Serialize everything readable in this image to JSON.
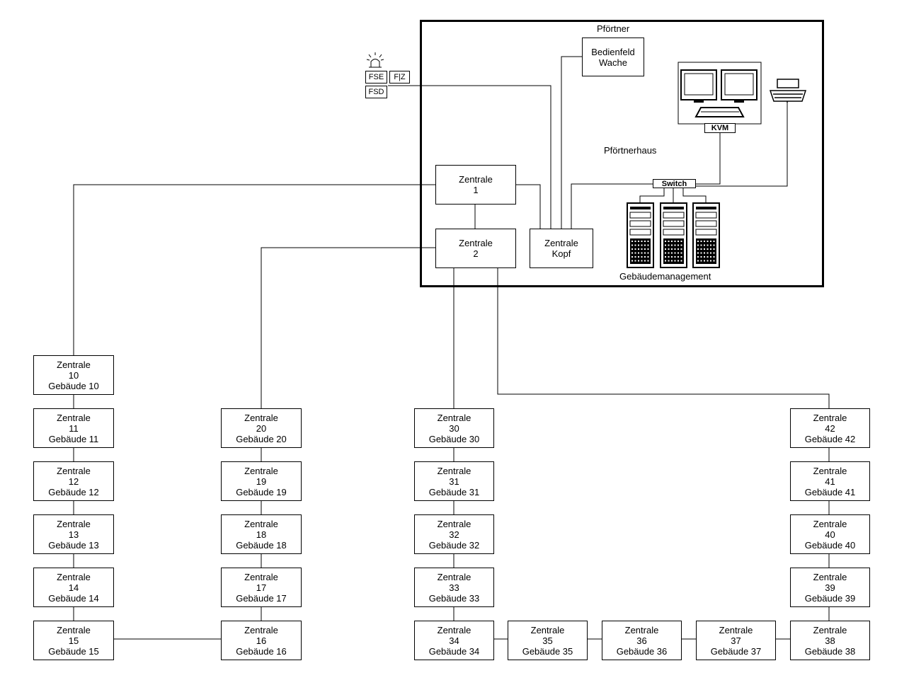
{
  "header": {
    "pfoertner": "Pförtner",
    "pfoertnerhaus": "Pförtnerhaus",
    "gebaeudemanagement": "Gebäudemanagement"
  },
  "devices": {
    "bedienfeld": [
      "Bedienfeld",
      "Wache"
    ],
    "kvm": "KVM",
    "switch": "Switch",
    "fse": "FSE",
    "fiz": "F|Z",
    "fsd": "FSD"
  },
  "central": {
    "zentrale1": [
      "Zentrale",
      "1"
    ],
    "zentrale2": [
      "Zentrale",
      "2"
    ],
    "kopf": [
      "Zentrale",
      "Kopf"
    ]
  },
  "buildings": [
    {
      "id": "10",
      "l1": "Zentrale",
      "l2": "10",
      "l3": "Gebäude 10"
    },
    {
      "id": "11",
      "l1": "Zentrale",
      "l2": "11",
      "l3": "Gebäude 11"
    },
    {
      "id": "12",
      "l1": "Zentrale",
      "l2": "12",
      "l3": "Gebäude 12"
    },
    {
      "id": "13",
      "l1": "Zentrale",
      "l2": "13",
      "l3": "Gebäude 13"
    },
    {
      "id": "14",
      "l1": "Zentrale",
      "l2": "14",
      "l3": "Gebäude 14"
    },
    {
      "id": "15",
      "l1": "Zentrale",
      "l2": "15",
      "l3": "Gebäude 15"
    },
    {
      "id": "16",
      "l1": "Zentrale",
      "l2": "16",
      "l3": "Gebäude 16"
    },
    {
      "id": "17",
      "l1": "Zentrale",
      "l2": "17",
      "l3": "Gebäude 17"
    },
    {
      "id": "18",
      "l1": "Zentrale",
      "l2": "18",
      "l3": "Gebäude 18"
    },
    {
      "id": "19",
      "l1": "Zentrale",
      "l2": "19",
      "l3": "Gebäude 19"
    },
    {
      "id": "20",
      "l1": "Zentrale",
      "l2": "20",
      "l3": "Gebäude 20"
    },
    {
      "id": "30",
      "l1": "Zentrale",
      "l2": "30",
      "l3": "Gebäude 30"
    },
    {
      "id": "31",
      "l1": "Zentrale",
      "l2": "31",
      "l3": "Gebäude 31"
    },
    {
      "id": "32",
      "l1": "Zentrale",
      "l2": "32",
      "l3": "Gebäude 32"
    },
    {
      "id": "33",
      "l1": "Zentrale",
      "l2": "33",
      "l3": "Gebäude 33"
    },
    {
      "id": "34",
      "l1": "Zentrale",
      "l2": "34",
      "l3": "Gebäude 34"
    },
    {
      "id": "35",
      "l1": "Zentrale",
      "l2": "35",
      "l3": "Gebäude 35"
    },
    {
      "id": "36",
      "l1": "Zentrale",
      "l2": "36",
      "l3": "Gebäude 36"
    },
    {
      "id": "37",
      "l1": "Zentrale",
      "l2": "37",
      "l3": "Gebäude 37"
    },
    {
      "id": "38",
      "l1": "Zentrale",
      "l2": "38",
      "l3": "Gebäude 38"
    },
    {
      "id": "39",
      "l1": "Zentrale",
      "l2": "39",
      "l3": "Gebäude 39"
    },
    {
      "id": "40",
      "l1": "Zentrale",
      "l2": "40",
      "l3": "Gebäude 40"
    },
    {
      "id": "41",
      "l1": "Zentrale",
      "l2": "41",
      "l3": "Gebäude 41"
    },
    {
      "id": "42",
      "l1": "Zentrale",
      "l2": "42",
      "l3": "Gebäude 42"
    }
  ],
  "icons": [
    "alarm-light-icon",
    "monitor-icon",
    "keyboard-icon",
    "printer-icon",
    "server-tower-icon"
  ]
}
